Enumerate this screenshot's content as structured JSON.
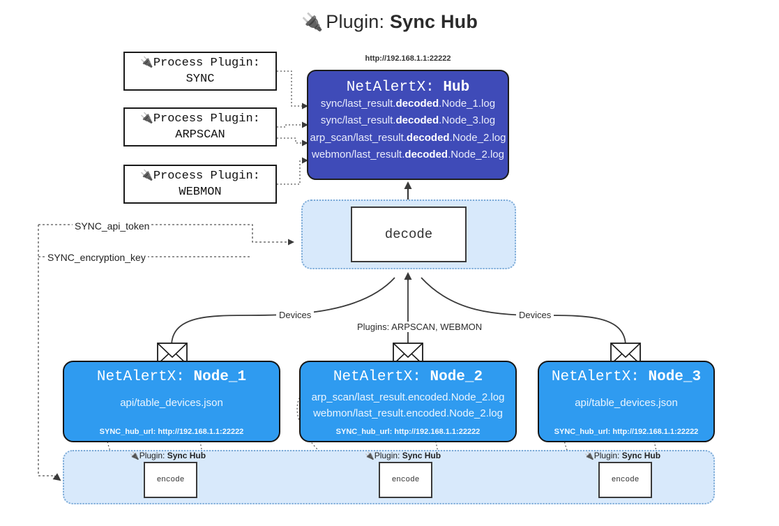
{
  "title": {
    "icon": "plug-icon",
    "prefix": "Plugin:",
    "name": "Sync Hub"
  },
  "process_plugins": [
    {
      "label": "Process Plugin:",
      "name": "SYNC"
    },
    {
      "label": "Process Plugin:",
      "name": "ARPSCAN"
    },
    {
      "label": "Process Plugin:",
      "name": "WEBMON"
    }
  ],
  "hub": {
    "url": "http://192.168.1.1:22222",
    "app": "NetAlertX:",
    "name": "Hub",
    "logs": [
      {
        "pre": "sync/last_result.",
        "mid": "decoded",
        "post": ".Node_1.log"
      },
      {
        "pre": "sync/last_result.",
        "mid": "decoded",
        "post": ".Node_3.log"
      },
      {
        "pre": "arp_scan/last_result.",
        "mid": "decoded",
        "post": ".Node_2.log"
      },
      {
        "pre": "webmon/last_result.",
        "mid": "decoded",
        "post": ".Node_2.log"
      }
    ]
  },
  "decode": {
    "label": "decode"
  },
  "tokens": [
    {
      "label": "SYNC_api_token"
    },
    {
      "label": "SYNC_encryption_key"
    }
  ],
  "edge_labels": {
    "left_devices": "Devices",
    "center_plugins": "Plugins: ARPSCAN, WEBMON",
    "right_devices": "Devices"
  },
  "nodes": [
    {
      "app": "NetAlertX:",
      "name": "Node_1",
      "lines": [
        "api/table_devices.json"
      ],
      "footer": "SYNC_hub_url: http://192.168.1.1:22222",
      "mail_icon": "envelope-icon"
    },
    {
      "app": "NetAlertX:",
      "name": "Node_2",
      "lines": [
        "arp_scan/last_result.encoded.Node_2.log",
        "webmon/last_result.encoded.Node_2.log"
      ],
      "footer": "SYNC_hub_url: http://192.168.1.1:22222",
      "mail_icon": "envelope-icon"
    },
    {
      "app": "NetAlertX:",
      "name": "Node_3",
      "lines": [
        "api/table_devices.json"
      ],
      "footer": "SYNC_hub_url: http://192.168.1.1:22222",
      "mail_icon": "envelope-icon"
    }
  ],
  "encode_group": {
    "plugin_prefix": "Plugin:",
    "plugin_name": "Sync Hub",
    "encode_label": "encode",
    "icon": "plug-icon"
  },
  "colors": {
    "hub": "#3f4bb8",
    "node": "#2f9bf0",
    "light_container": "#d8e9fb",
    "container_border": "#7aa9d6",
    "stroke": "#333333",
    "page_bg": "#ffffff"
  }
}
